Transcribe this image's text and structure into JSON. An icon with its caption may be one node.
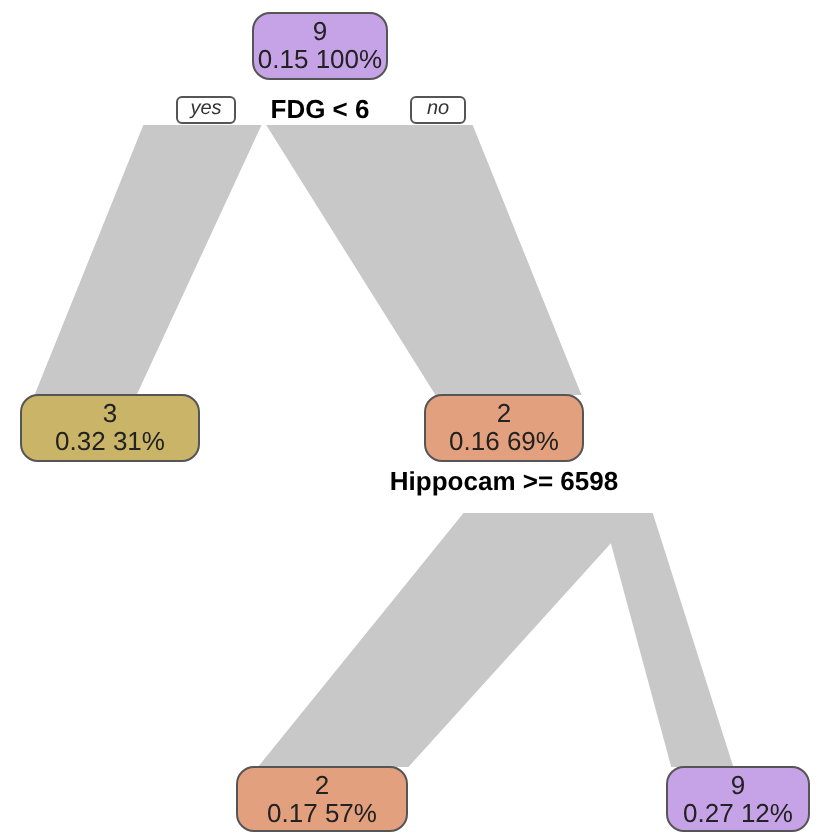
{
  "diagram": {
    "nodes": [
      {
        "text": [
          "9",
          "0.15 100%"
        ],
        "beside": [
          "FDG < 6"
        ]
      },
      {
        "text": [
          "3",
          "0.32 31%"
        ]
      },
      {
        "text": [
          "2",
          "0.16 69%"
        ],
        "beside": [
          "Hippocam >= 6598"
        ]
      },
      {
        "text": [
          "2",
          "0.17 57%"
        ]
      },
      {
        "text": [
          "9",
          "0.27 12%"
        ]
      }
    ],
    "edges": [
      {
        "from": 0,
        "to": 1,
        "arrow": "none",
        "style": "thick"
      },
      {
        "from": 0,
        "to": 2,
        "arrow": "none",
        "style": "thick"
      },
      {
        "from": 2,
        "to": 3,
        "arrow": "none",
        "style": "thick"
      },
      {
        "from": 2,
        "to": 4,
        "arrow": "none",
        "style": "thick"
      }
    ],
    "labels": [
      "yes",
      "no"
    ]
  }
}
